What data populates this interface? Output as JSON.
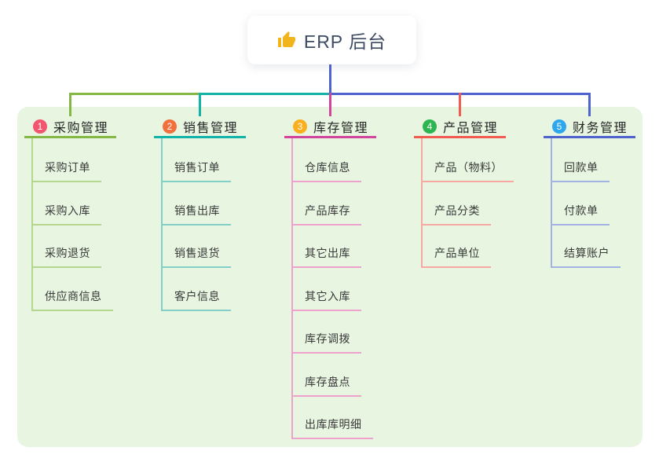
{
  "root": {
    "title": "ERP 后台",
    "icon": "thumbs-up-icon",
    "icon_color": "#f2b41d"
  },
  "connector_color": "#4f63ce",
  "panel_color": "#e7f5e1",
  "branches": [
    {
      "badge": "1",
      "label": "采购管理",
      "badge_color": "#f2566e",
      "line_color": "#82b843",
      "line_color_light": "#b5d68f",
      "children": [
        "采购订单",
        "采购入库",
        "采购退货",
        "供应商信息"
      ]
    },
    {
      "badge": "2",
      "label": "销售管理",
      "badge_color": "#f1703b",
      "line_color": "#14b3aa",
      "line_color_light": "#82cfc8",
      "children": [
        "销售订单",
        "销售出库",
        "销售退货",
        "客户信息"
      ]
    },
    {
      "badge": "3",
      "label": "库存管理",
      "badge_color": "#fcaf1e",
      "line_color": "#d2459c",
      "line_color_light": "#eda2cc",
      "children": [
        "仓库信息",
        "产品库存",
        "其它出库",
        "其它入库",
        "库存调拨",
        "库存盘点",
        "出库库明细"
      ]
    },
    {
      "badge": "4",
      "label": "产品管理",
      "badge_color": "#2db551",
      "line_color": "#f25b52",
      "line_color_light": "#f7a8a2",
      "children": [
        "产品（物料）",
        "产品分类",
        "产品单位"
      ]
    },
    {
      "badge": "5",
      "label": "财务管理",
      "badge_color": "#2ea7ec",
      "line_color": "#4f63ce",
      "line_color_light": "#a3b1e3",
      "children": [
        "回款单",
        "付款单",
        "结算账户"
      ]
    }
  ]
}
